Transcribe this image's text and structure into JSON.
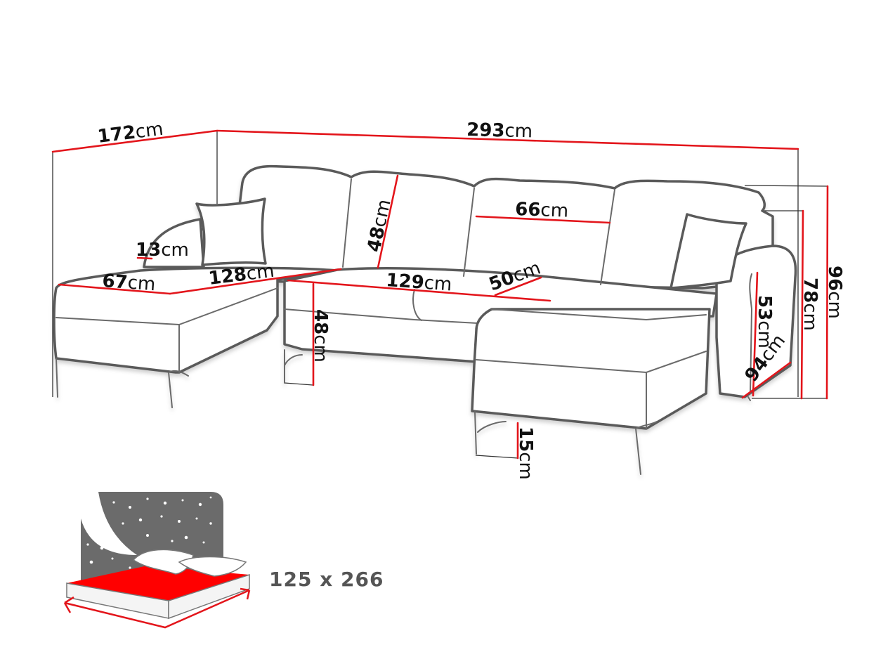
{
  "diagram": {
    "type": "furniture-dimension-drawing",
    "subject": "U-shaped corner sofa",
    "unit": "cm",
    "colors": {
      "outline": "#5a5a5a",
      "dimension_line": "#e3151b",
      "text": "#111111",
      "bed_icon_bg": "#6b6b6b",
      "bed_icon_sheet": "#ff0000"
    },
    "dimensions": {
      "total_width": {
        "value": "293",
        "unit": "cm"
      },
      "left_depth": {
        "value": "172",
        "unit": "cm"
      },
      "armrest_height": {
        "value": "13",
        "unit": "cm"
      },
      "chaise_width": {
        "value": "67",
        "unit": "cm"
      },
      "left_seat_length": {
        "value": "128",
        "unit": "cm"
      },
      "backrest_height": {
        "value": "48",
        "unit": "cm"
      },
      "back_cushion_width": {
        "value": "66",
        "unit": "cm"
      },
      "middle_seat_length": {
        "value": "129",
        "unit": "cm"
      },
      "seat_depth": {
        "value": "50",
        "unit": "cm"
      },
      "seat_height": {
        "value": "48",
        "unit": "cm"
      },
      "leg_height": {
        "value": "15",
        "unit": "cm"
      },
      "arm_height": {
        "value": "53",
        "unit": "cm"
      },
      "right_depth": {
        "value": "94",
        "unit": "cm"
      },
      "back_height_inner": {
        "value": "78",
        "unit": "cm"
      },
      "total_height": {
        "value": "96",
        "unit": "cm"
      }
    },
    "sleeping_area": {
      "icon": "bed-night-stars-icon",
      "label": "125 x 266"
    }
  }
}
